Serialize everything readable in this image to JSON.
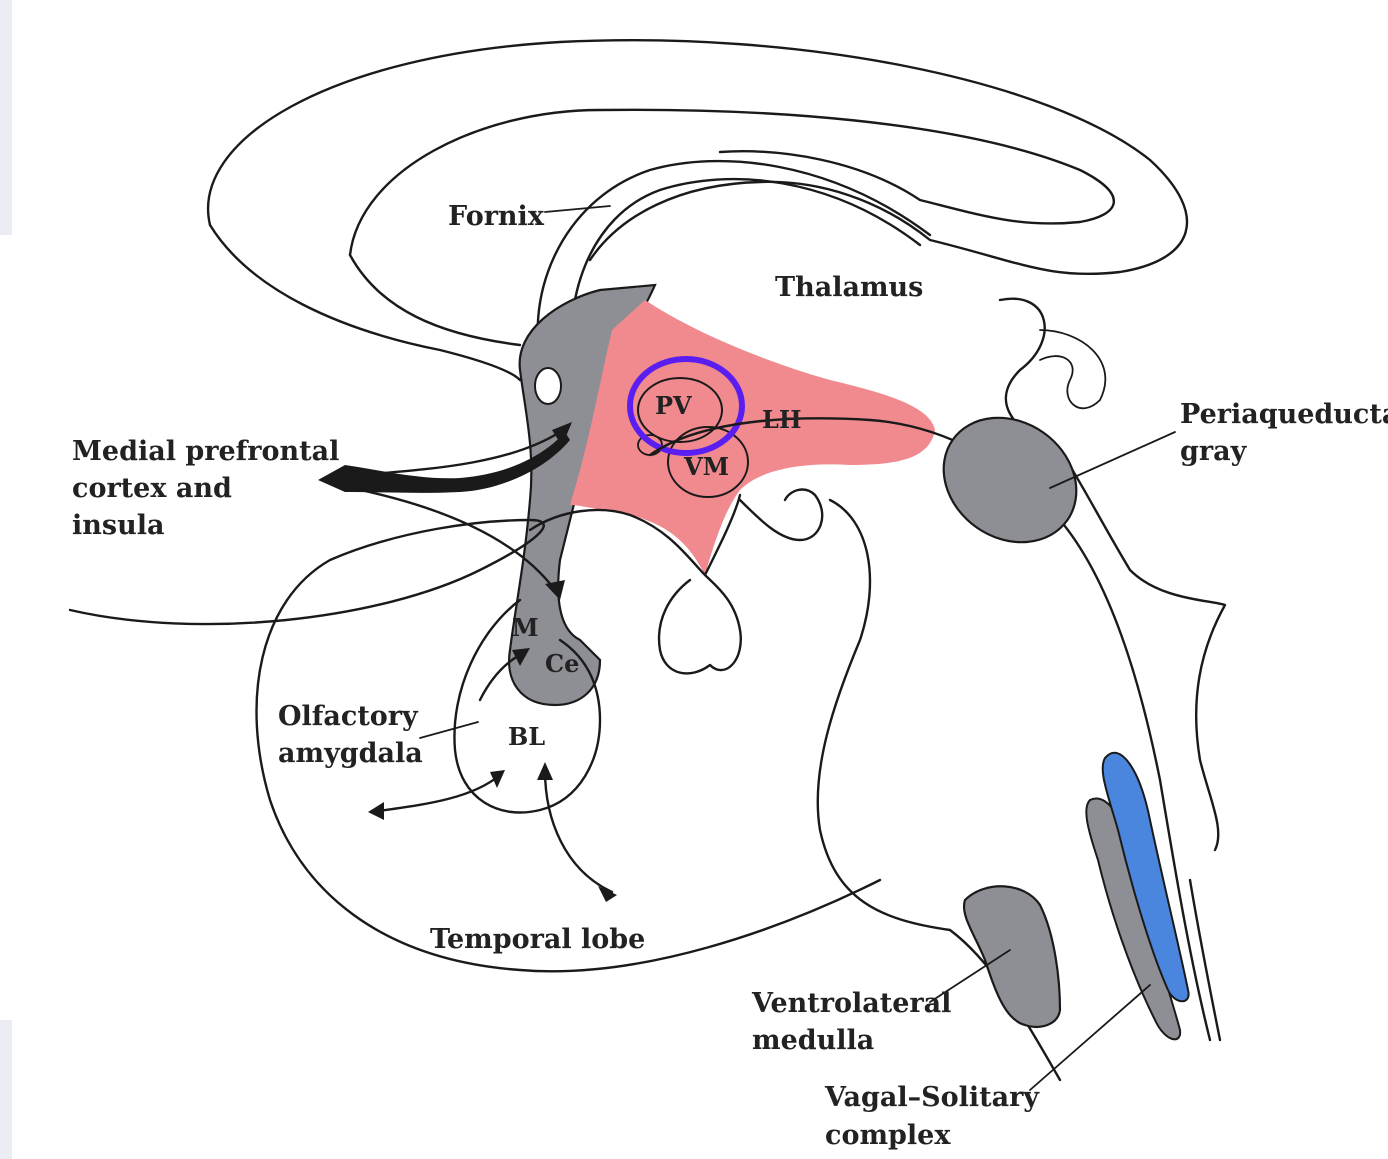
{
  "labels": {
    "fornix": "Fornix",
    "thalamus": "Thalamus",
    "lh": "LH",
    "pv": "PV",
    "vm": "VM",
    "periaqueductal_1": "Periaqueductal",
    "periaqueductal_2": "gray",
    "medial_1": "Medial prefrontal",
    "medial_2": "cortex and",
    "medial_3": "insula",
    "m": "M",
    "ce": "Ce",
    "bl": "BL",
    "olfactory_1": "Olfactory",
    "olfactory_2": "amygdala",
    "temporal": "Temporal lobe",
    "ventrolateral_1": "Ventrolateral",
    "ventrolateral_2": "medulla",
    "vagal_1": "Vagal–Solitary",
    "vagal_2": "complex"
  },
  "colors": {
    "hypothalamus": "#f08a8f",
    "highlight_ring": "#5a1ef0",
    "gray_nuclei": "#8e8e95",
    "vagal_blue": "#4a86dd",
    "line": "#1a1a1a"
  }
}
